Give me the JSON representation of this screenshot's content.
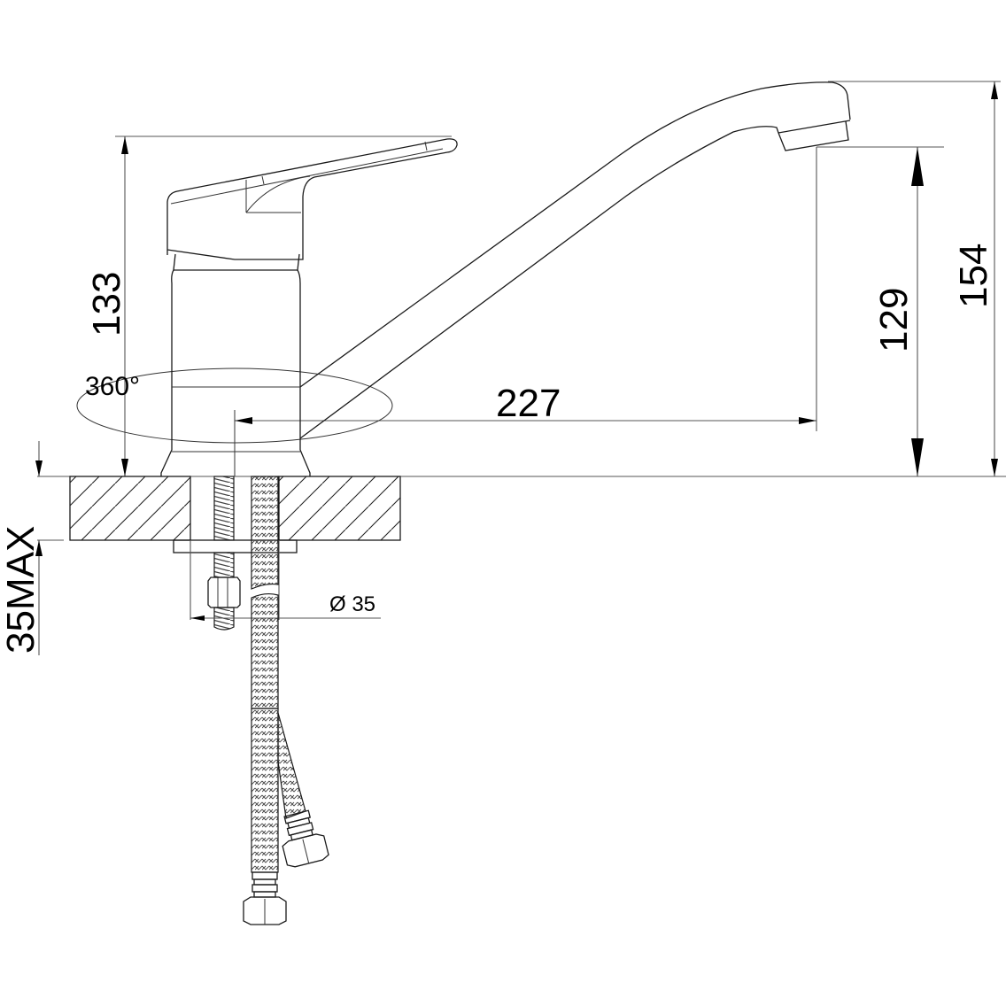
{
  "drawing": {
    "title": "Single-lever kitchen faucet — technical drawing",
    "units": "mm",
    "dimensions": {
      "body_height": "133",
      "rotation": "360°",
      "spout_reach": "227",
      "spout_outlet_height": "129",
      "overall_height": "154",
      "countertop_max": "35MAX",
      "mounting_hole": "Ø 35"
    },
    "components": [
      "lever-handle",
      "cartridge-body",
      "swivel-spout",
      "aerator",
      "countertop-section",
      "mounting-stud",
      "fixing-nut",
      "braided-hoses"
    ],
    "colors": {
      "line": "#1a1a1a",
      "dimension": "#555555",
      "background": "#ffffff"
    }
  }
}
